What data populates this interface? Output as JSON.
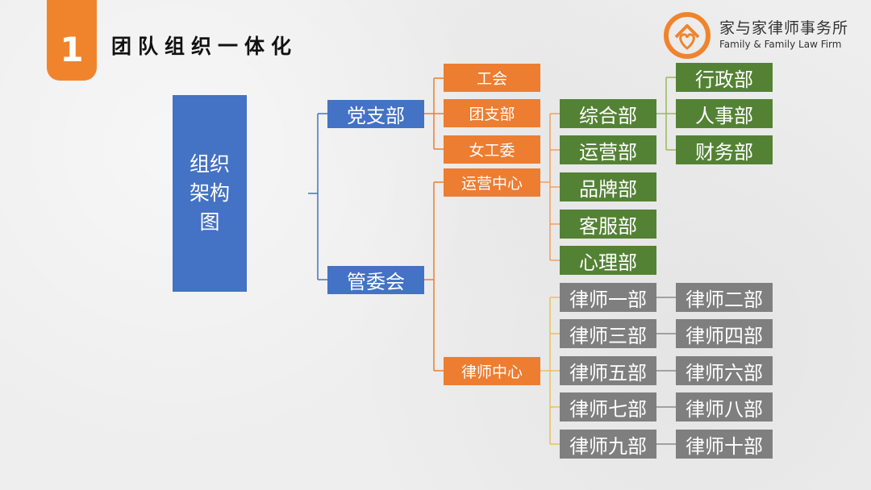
{
  "header": {
    "badge_number": "1",
    "title": "团队组织一体化"
  },
  "logo": {
    "name_cn": "家与家律师事务所",
    "name_en": "Family & Family Law Firm",
    "icon": "house-heart-logo-icon",
    "accent_color": "#f0842c"
  },
  "colors": {
    "blue": "#4472c4",
    "orange": "#ed7d31",
    "green": "#548235",
    "gray": "#7f7f7f",
    "blue_line": "#4472c4",
    "orange_line": "#ed7d31",
    "green_line": "#9ab85a",
    "gray_line": "#a0a0a0"
  },
  "org": {
    "root": "组织架构图",
    "party_branch": {
      "label": "党支部",
      "children": [
        "工会",
        "团支部",
        "女工委"
      ]
    },
    "management": {
      "label": "管委会",
      "operations_center": {
        "label": "运营中心",
        "departments": [
          "综合部",
          "运营部",
          "品牌部",
          "客服部",
          "心理部"
        ],
        "general_sub": [
          "行政部",
          "人事部",
          "财务部"
        ]
      },
      "lawyer_center": {
        "label": "律师中心",
        "left": [
          "律师一部",
          "律师三部",
          "律师五部",
          "律师七部",
          "律师九部"
        ],
        "right": [
          "律师二部",
          "律师四部",
          "律师六部",
          "律师八部",
          "律师十部"
        ]
      }
    }
  }
}
